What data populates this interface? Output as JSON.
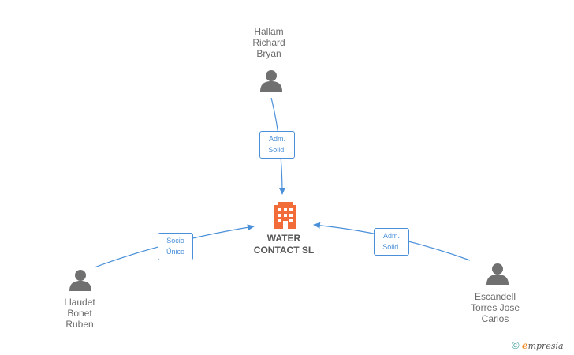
{
  "company": {
    "name_lines": [
      "WATER",
      "CONTACT SL"
    ],
    "icon": "building-icon",
    "color": "#f26c3a"
  },
  "persons": [
    {
      "id": "hallam",
      "name_lines": [
        "Hallam",
        "Richard",
        "Bryan"
      ],
      "icon": "person-icon"
    },
    {
      "id": "llaudet",
      "name_lines": [
        "Llaudet",
        "Bonet",
        "Ruben"
      ],
      "icon": "person-icon"
    },
    {
      "id": "escandell",
      "name_lines": [
        "Escandell",
        "Torres Jose",
        "Carlos"
      ],
      "icon": "person-icon"
    }
  ],
  "relations": [
    {
      "from": "hallam",
      "label_lines": [
        "Adm.",
        "Solid."
      ]
    },
    {
      "from": "llaudet",
      "label_lines": [
        "Socio",
        "Único"
      ]
    },
    {
      "from": "escandell",
      "label_lines": [
        "Adm.",
        "Solid."
      ]
    }
  ],
  "colors": {
    "edge": "#4a90d9",
    "person_icon": "#707070",
    "text": "#6b6b6b"
  },
  "brand": {
    "copyright": "©",
    "first_letter": "e",
    "rest": "mpresia"
  }
}
